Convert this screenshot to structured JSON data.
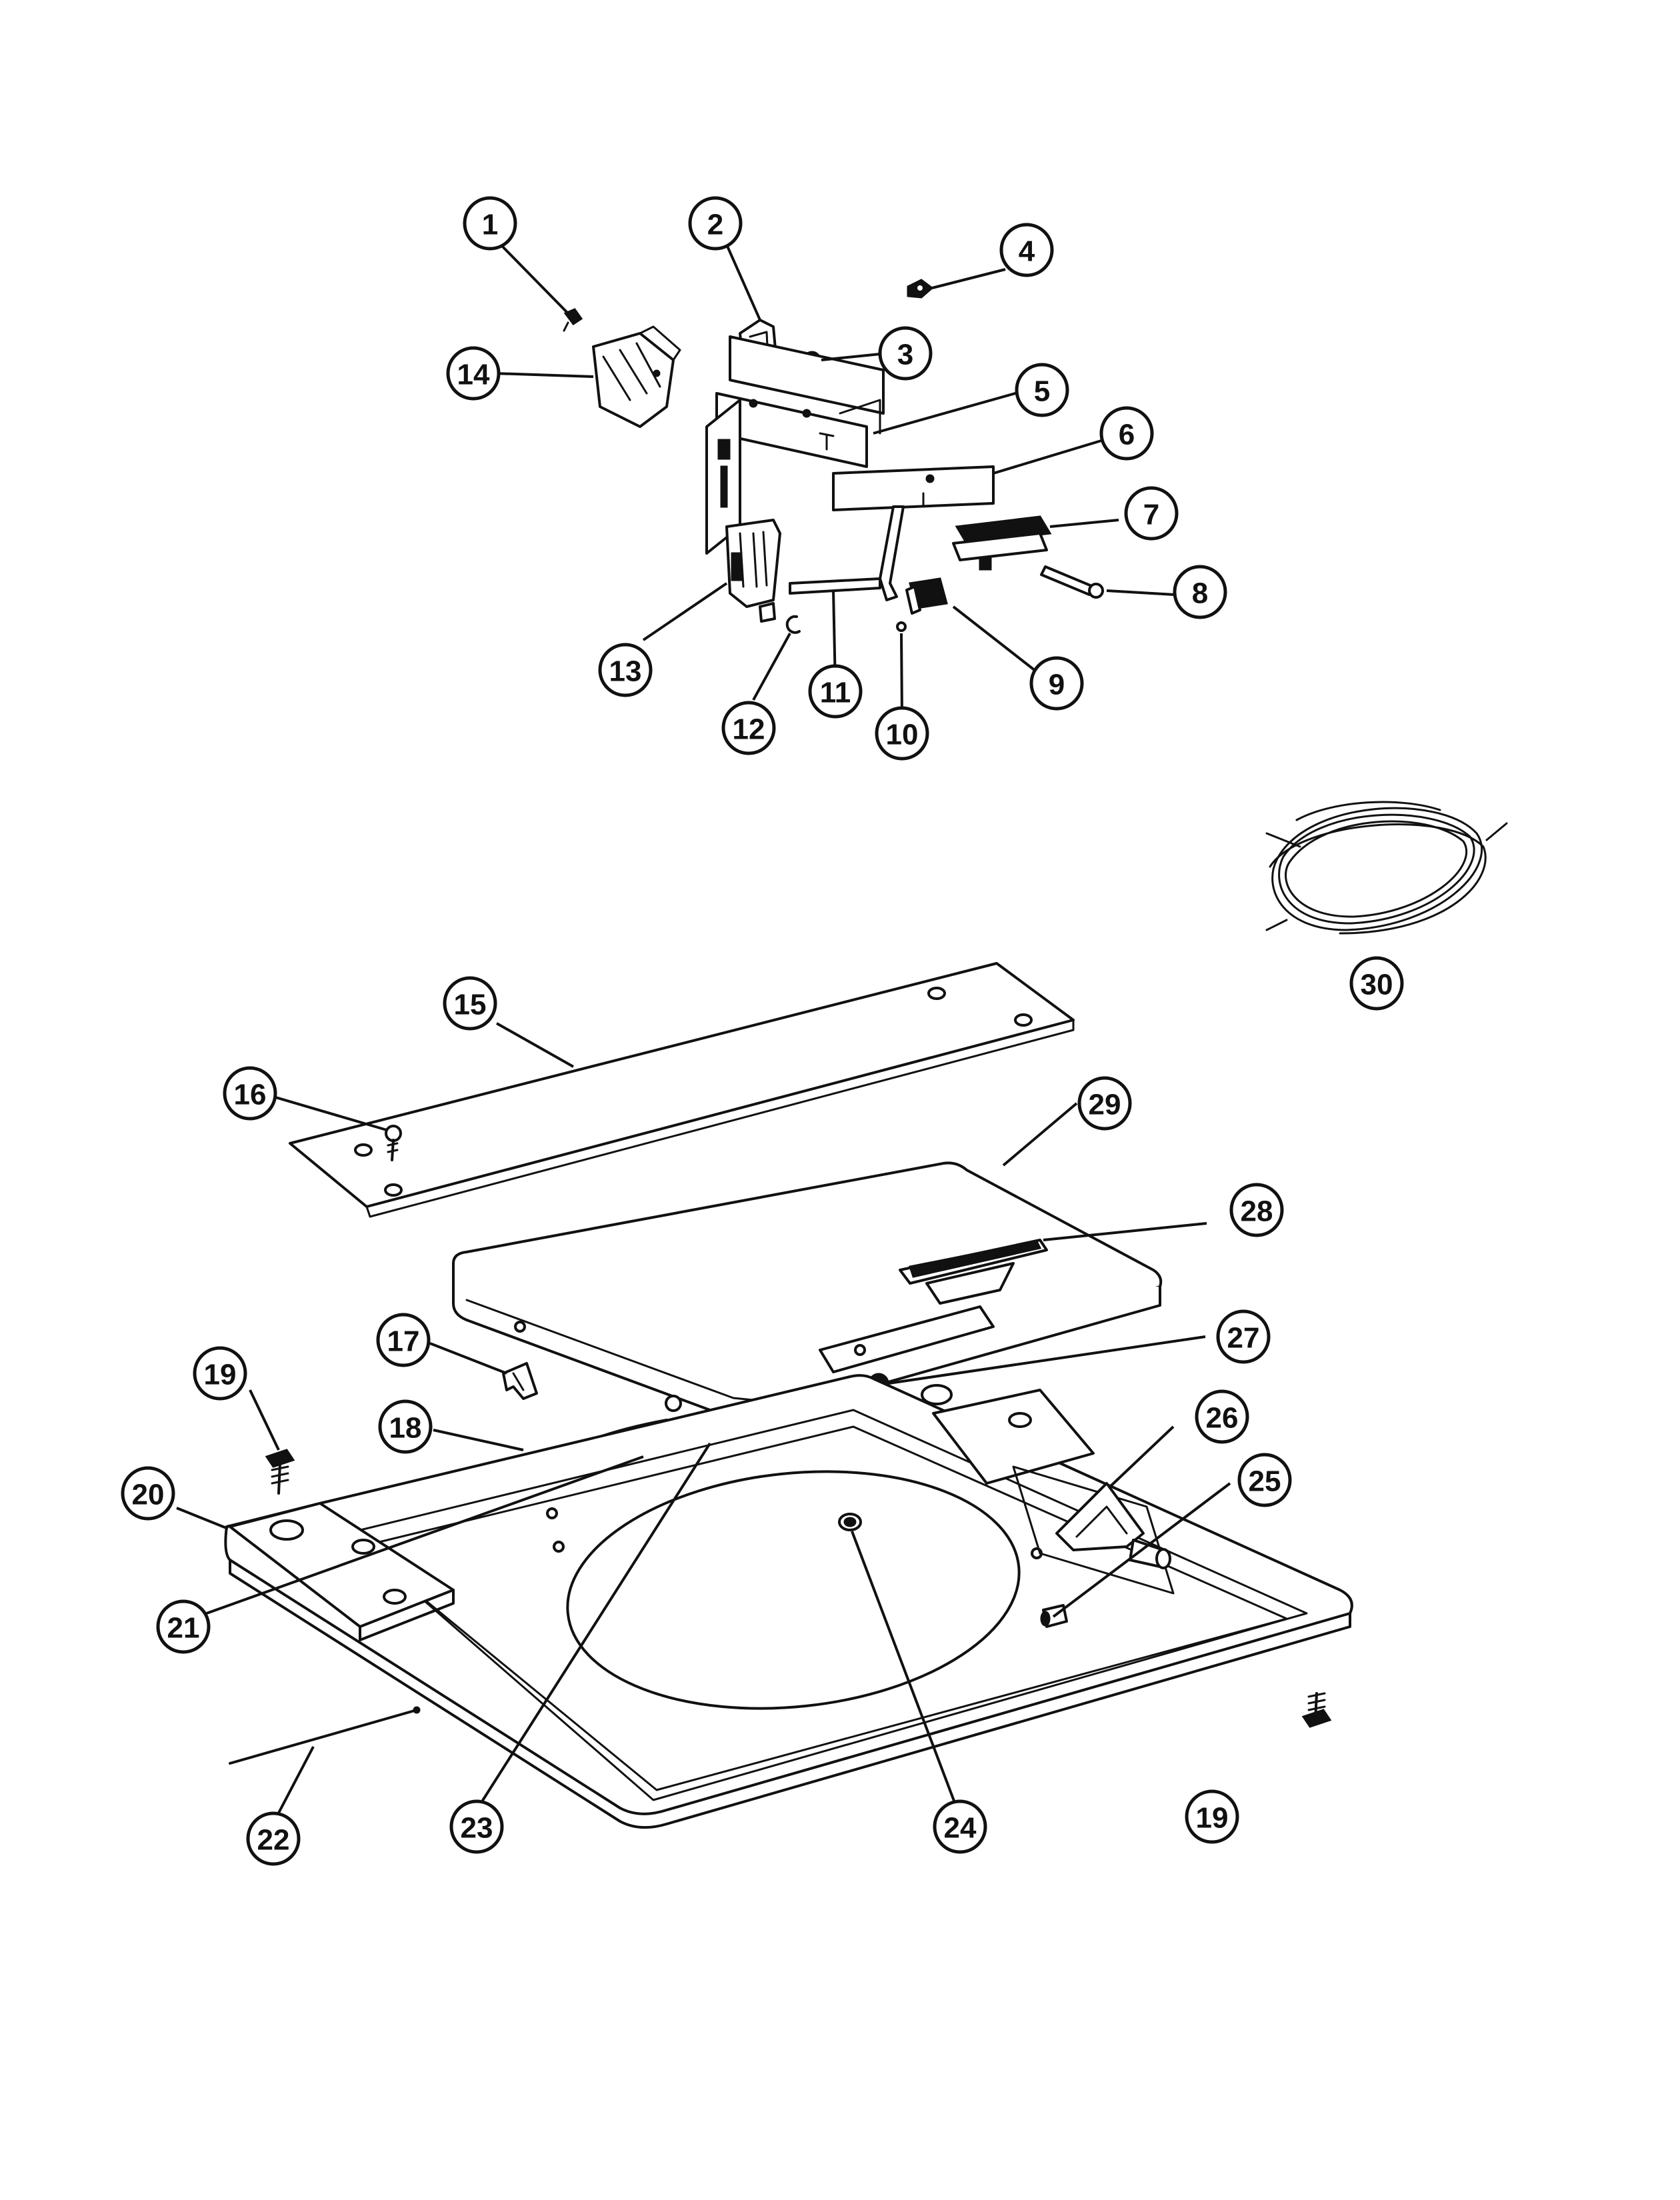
{
  "callouts": [
    {
      "id": "c1",
      "label": "1"
    },
    {
      "id": "c2",
      "label": "2"
    },
    {
      "id": "c3",
      "label": "3"
    },
    {
      "id": "c4",
      "label": "4"
    },
    {
      "id": "c5",
      "label": "5"
    },
    {
      "id": "c6",
      "label": "6"
    },
    {
      "id": "c7",
      "label": "7"
    },
    {
      "id": "c8",
      "label": "8"
    },
    {
      "id": "c9",
      "label": "9"
    },
    {
      "id": "c10",
      "label": "10"
    },
    {
      "id": "c11",
      "label": "11"
    },
    {
      "id": "c12",
      "label": "12"
    },
    {
      "id": "c13",
      "label": "13"
    },
    {
      "id": "c14",
      "label": "14"
    },
    {
      "id": "c15",
      "label": "15"
    },
    {
      "id": "c16",
      "label": "16"
    },
    {
      "id": "c17",
      "label": "17"
    },
    {
      "id": "c18",
      "label": "18"
    },
    {
      "id": "c19a",
      "label": "19"
    },
    {
      "id": "c19b",
      "label": "19"
    },
    {
      "id": "c20",
      "label": "20"
    },
    {
      "id": "c21",
      "label": "21"
    },
    {
      "id": "c22",
      "label": "22"
    },
    {
      "id": "c23",
      "label": "23"
    },
    {
      "id": "c24",
      "label": "24"
    },
    {
      "id": "c25",
      "label": "25"
    },
    {
      "id": "c26",
      "label": "26"
    },
    {
      "id": "c27",
      "label": "27"
    },
    {
      "id": "c28",
      "label": "28"
    },
    {
      "id": "c29",
      "label": "29"
    },
    {
      "id": "c30",
      "label": "30"
    }
  ]
}
